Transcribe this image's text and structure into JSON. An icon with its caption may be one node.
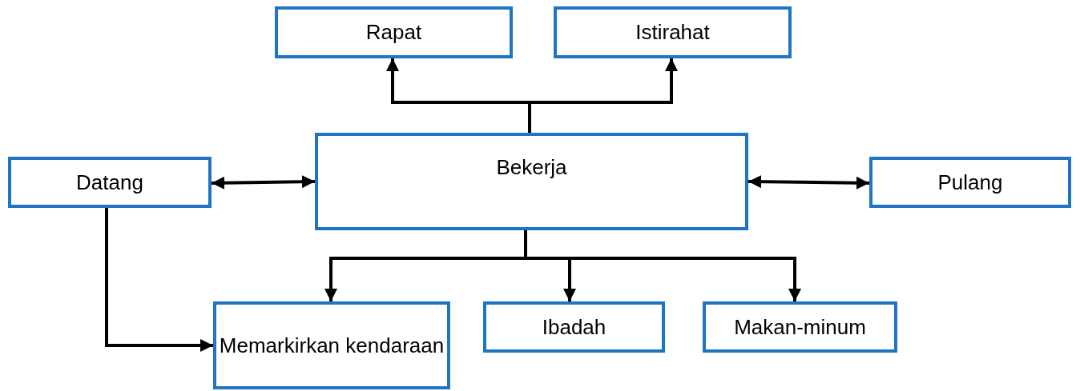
{
  "diagram": {
    "nodes": [
      {
        "text": [
          "Rapat"
        ]
      },
      {
        "text": [
          "Istirahat"
        ]
      },
      {
        "text": [
          "Bekerja"
        ]
      },
      {
        "text": [
          "Datang"
        ]
      },
      {
        "text": [
          "Pulang"
        ]
      },
      {
        "text": [
          "Memarkirkan kendaraan"
        ]
      },
      {
        "text": [
          "Ibadah"
        ]
      },
      {
        "text": [
          "Makan-minum"
        ]
      }
    ],
    "edges": [
      {
        "from": 2,
        "to": 0,
        "arrow": "to"
      },
      {
        "from": 2,
        "to": 1,
        "arrow": "to"
      },
      {
        "from": 3,
        "to": 2,
        "arrow": "both"
      },
      {
        "from": 2,
        "to": 4,
        "arrow": "both"
      },
      {
        "from": 2,
        "to": 5,
        "arrow": "to"
      },
      {
        "from": 2,
        "to": 6,
        "arrow": "to"
      },
      {
        "from": 2,
        "to": 7,
        "arrow": "to"
      },
      {
        "from": 3,
        "to": 5,
        "arrow": "to"
      }
    ]
  }
}
